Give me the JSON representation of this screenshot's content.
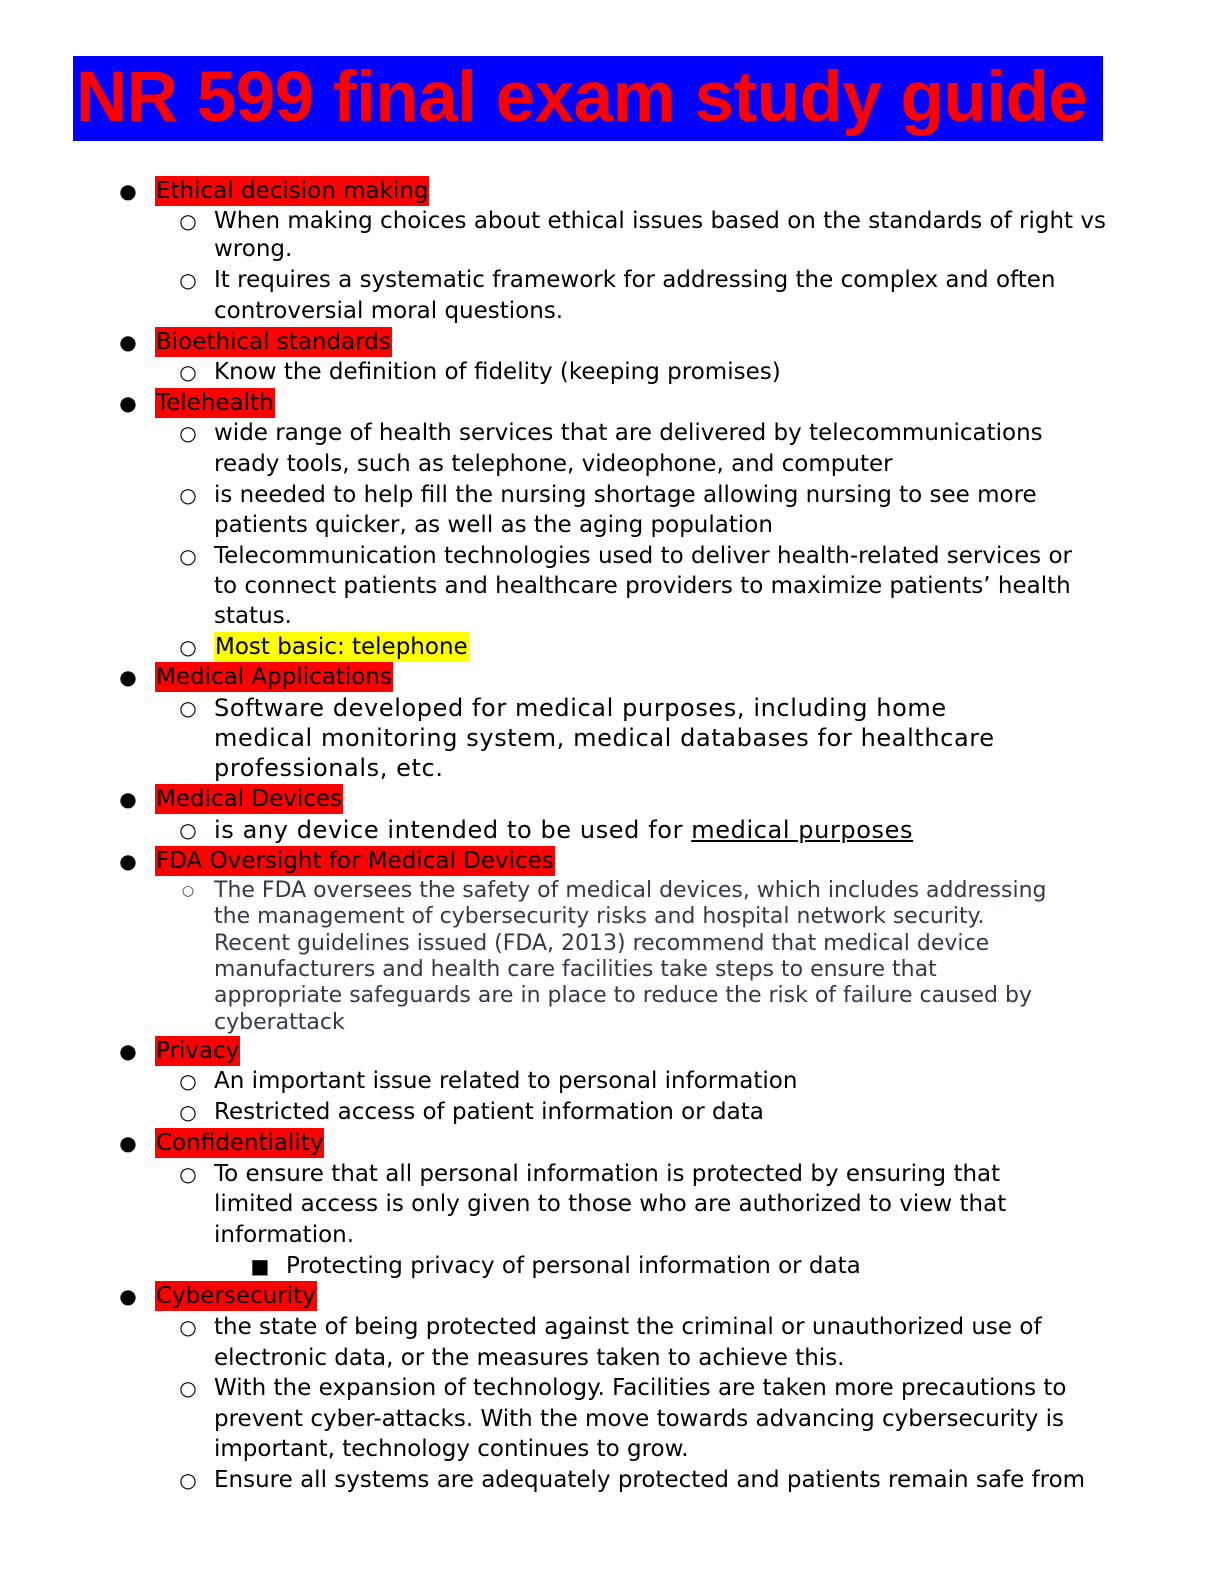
{
  "title": "NR 599 final exam study guide",
  "colors": {
    "title_bg": "#0000ff",
    "title_text": "#ff0000",
    "heading_highlight": "#ff0000",
    "yellow_highlight": "#ffff00",
    "fda_text": "#333a4a"
  },
  "bullets": {
    "level1": "●",
    "level2": "○",
    "level2_small": "○",
    "level3": "■"
  },
  "sections": {
    "ethical": {
      "heading": "Ethical decision making",
      "item1_line1": "When making choices about ethical issues based on the standards of right vs",
      "item1_line2": "wrong.",
      "item2_line1": "It requires a systematic framework for addressing the complex and often",
      "item2_line2": "controversial moral questions."
    },
    "bioethical": {
      "heading": "Bioethical standards",
      "item1": "Know the definition of fidelity (keeping promises)"
    },
    "telehealth": {
      "heading": "Telehealth",
      "item1_line1": "wide range of health services that are delivered by telecommunications",
      "item1_line2": "ready tools, such as telephone, videophone, and computer",
      "item2_line1": "is needed to help fill the nursing shortage allowing nursing to see more",
      "item2_line2": "patients quicker, as well as the aging population",
      "item3_line1": "Telecommunication technologies used to deliver health-related services or",
      "item3_line2": "to connect patients and healthcare providers to maximize patients’ health",
      "item3_line3": "status.",
      "item4": "Most basic: telephone"
    },
    "medical_apps": {
      "heading": "Medical Applications",
      "item1_line1": "Software developed for medical purposes, including home",
      "item1_line2": "medical monitoring system, medical databases for healthcare",
      "item1_line3": "professionals, etc."
    },
    "medical_devices": {
      "heading": "Medical Devices",
      "item1_prefix": "is any device intended to be used for ",
      "item1_link": "medical purposes"
    },
    "fda": {
      "heading": "FDA Oversight for Medical Devices",
      "line1": "The FDA oversees the safety of medical devices, which includes addressing",
      "line2": "the management of cybersecurity risks and hospital network security.",
      "line3": "Recent guidelines issued (FDA, 2013) recommend that medical device",
      "line4": "manufacturers and health care facilities take steps to ensure that",
      "line5": "appropriate safeguards are in place to reduce the risk of failure caused by",
      "line6": "cyberattack"
    },
    "privacy": {
      "heading": "Privacy",
      "item1": "An important issue related to personal information",
      "item2": "Restricted access of patient information or data"
    },
    "confidentiality": {
      "heading": "Confidentiality",
      "item1_line1": "To ensure that all personal information is protected by ensuring that",
      "item1_line2": "limited access is only given to those who are authorized to view that",
      "item1_line3": "information.",
      "sub1": "Protecting privacy of personal information or data"
    },
    "cybersecurity": {
      "heading": "Cybersecurity",
      "item1_line1": "the state of being protected against the criminal or unauthorized use of",
      "item1_line2": "electronic data, or the measures taken to achieve this.",
      "item2_line1": "With the expansion of technology. Facilities are taken more precautions to",
      "item2_line2": "prevent cyber-attacks. With the move towards advancing cybersecurity is",
      "item2_line3": "important, technology continues to grow.",
      "item3_line1": "Ensure all systems are adequately protected and patients remain safe from"
    }
  }
}
